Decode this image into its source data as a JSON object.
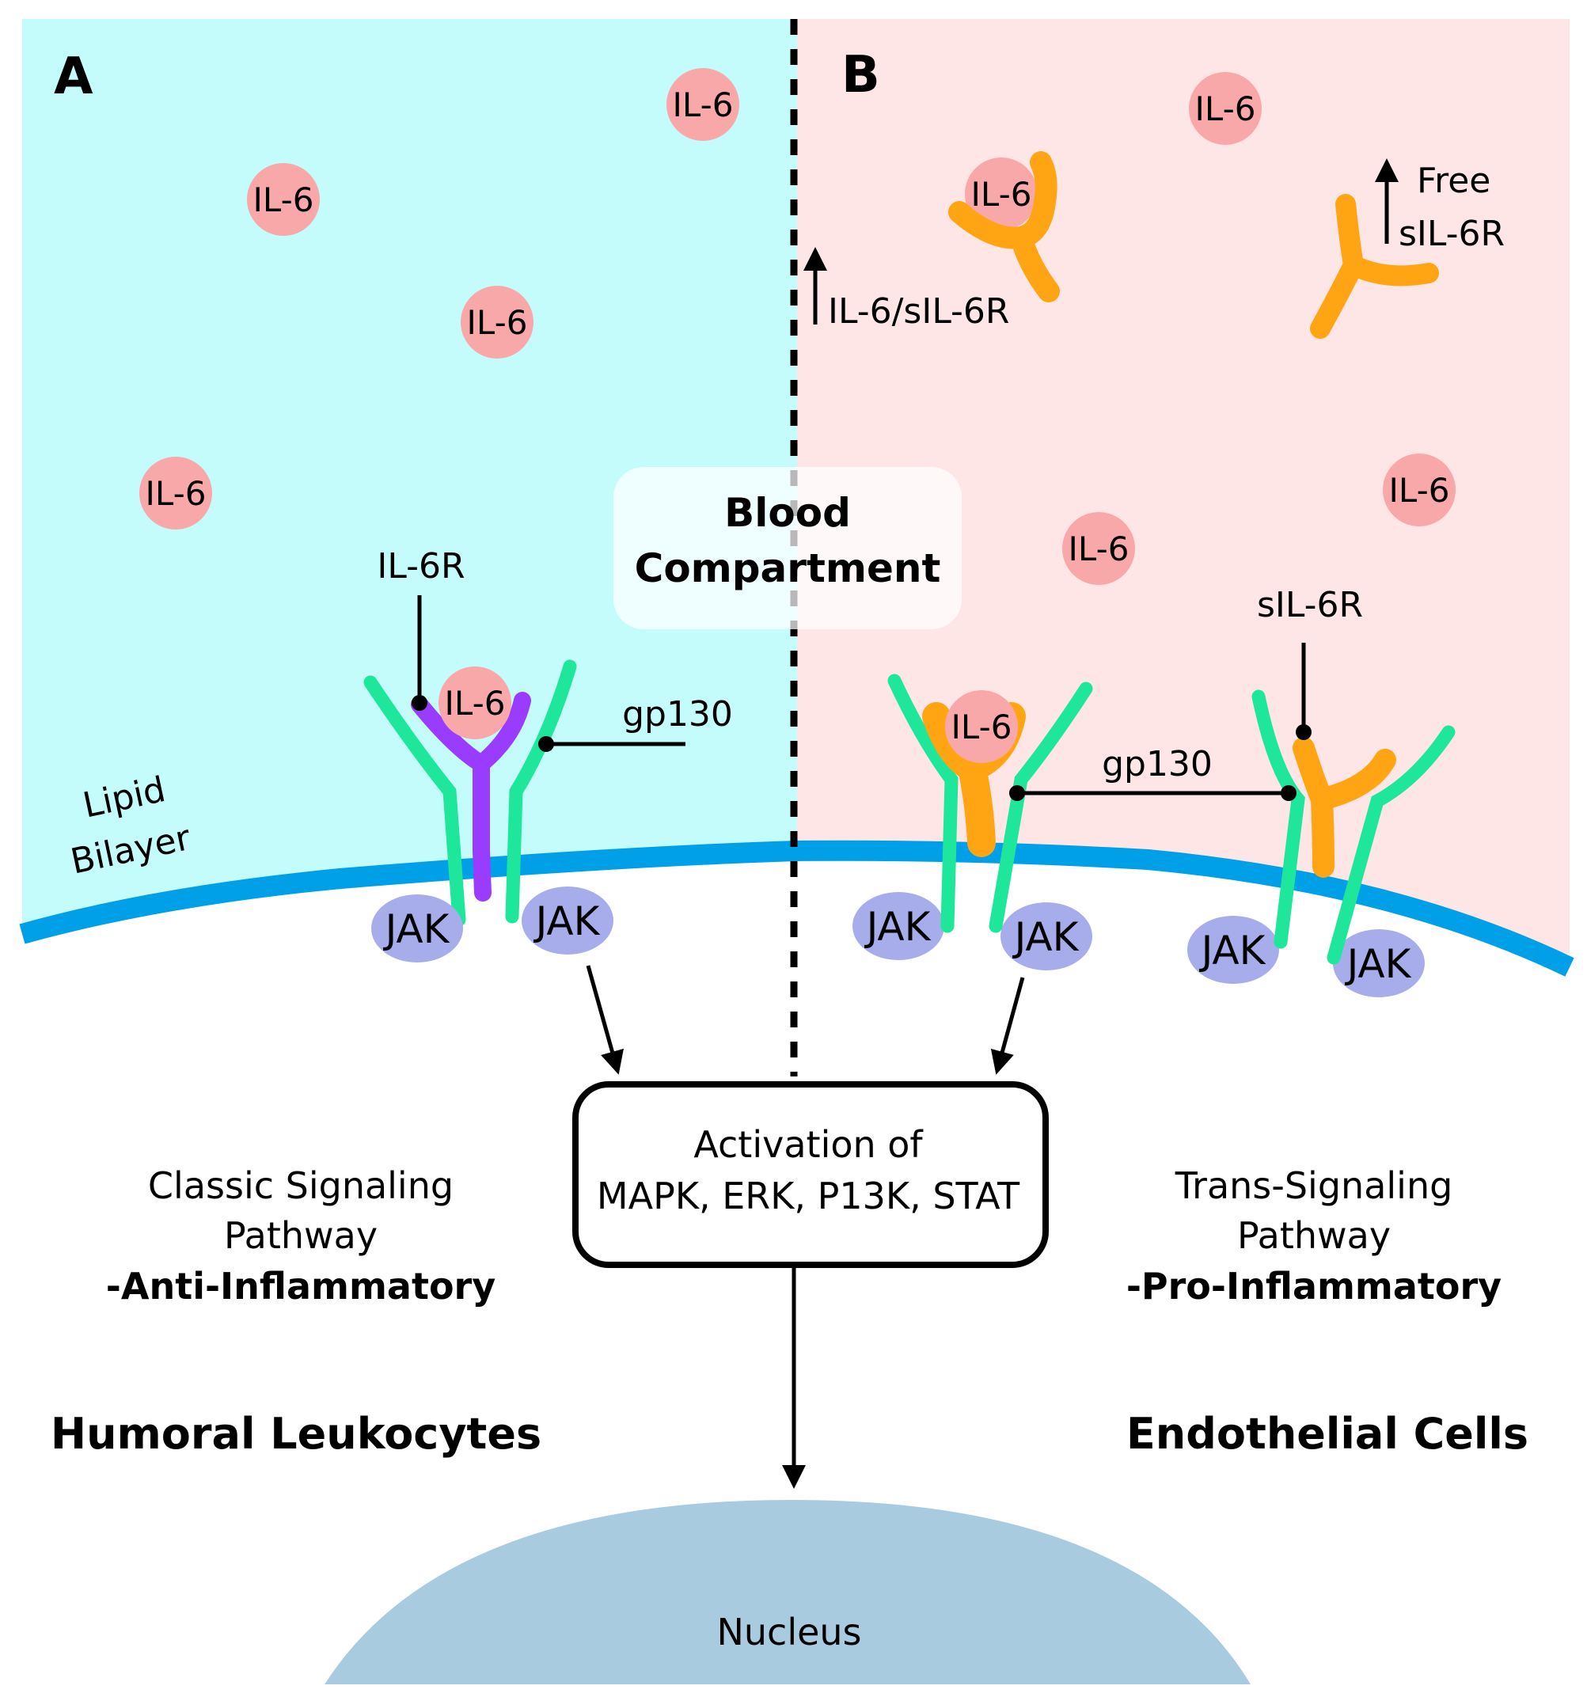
{
  "panels": {
    "a_label": "A",
    "b_label": "B"
  },
  "blood_compartment": {
    "line1": "Blood",
    "line2": "Compartment"
  },
  "labels": {
    "il6": "IL-6",
    "il6r": "IL-6R",
    "gp130": "gp130",
    "jak": "JAK",
    "lipid_line1": "Lipid",
    "lipid_line2": "Bilayer",
    "il6_sil6r": "IL-6/sIL-6R",
    "free_line1": "Free",
    "free_line2": "sIL-6R",
    "sil6r": "sIL-6R"
  },
  "activation": {
    "line1": "Activation of",
    "line2": "MAPK, ERK, P13K, STAT"
  },
  "classic": {
    "line1": "Classic Signaling",
    "line2": "Pathway",
    "line3": "-Anti-Inflammatory",
    "cell_type": "Humoral Leukocytes"
  },
  "trans": {
    "line1": "Trans-Signaling",
    "line2": "Pathway",
    "line3": "-Pro-Inflammatory",
    "cell_type": "Endothelial Cells"
  },
  "nucleus": "Nucleus",
  "colors": {
    "panel_a_bg": "#c4fcfc",
    "panel_b_bg": "#fee6e6",
    "il6": "#f8a8a8",
    "membrane": "#00a0e8",
    "gp130": "#1ee69a",
    "il6r": "#9a3cff",
    "sil6r": "#ffa514",
    "jak": "#a7adeb",
    "nucleus": "#a9cbe0"
  }
}
